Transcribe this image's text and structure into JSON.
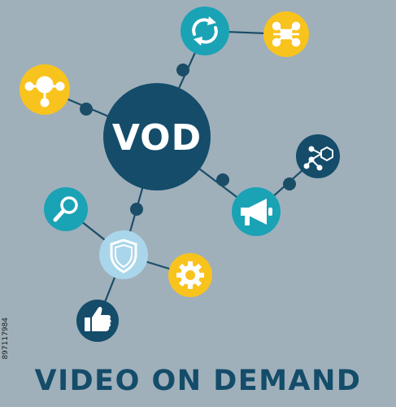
{
  "center": {
    "label": "VOD"
  },
  "title": "VIDEO ON DEMAND",
  "stock_id": "897117984",
  "colors": {
    "background": "#9fb0ba",
    "navy": "#144c6a",
    "teal": "#1aa2b5",
    "yellow": "#f9c31e",
    "light_blue": "#a9d6ea",
    "connector": "#1b4d68",
    "icon": "#ffffff"
  },
  "nodes": [
    {
      "icon": "refresh-icon",
      "color": "teal"
    },
    {
      "icon": "network-icon",
      "color": "yellow"
    },
    {
      "icon": "hub-icon",
      "color": "yellow"
    },
    {
      "icon": "hexagon-network-icon",
      "color": "navy"
    },
    {
      "icon": "megaphone-icon",
      "color": "teal"
    },
    {
      "icon": "search-icon",
      "color": "teal"
    },
    {
      "icon": "shield-icon",
      "color": "light_blue"
    },
    {
      "icon": "gear-icon",
      "color": "yellow"
    },
    {
      "icon": "thumbs-up-icon",
      "color": "navy"
    }
  ]
}
